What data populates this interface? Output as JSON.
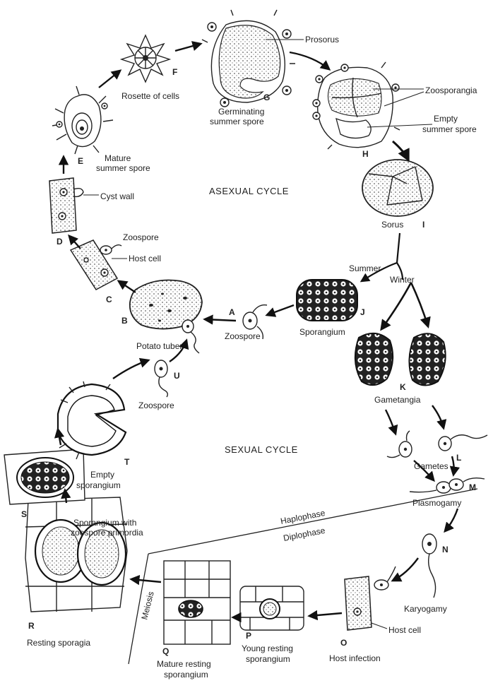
{
  "cycles": {
    "asexual": "ASEXUAL CYCLE",
    "sexual": "SEXUAL CYCLE"
  },
  "phases": {
    "haplophase": "Haplophase",
    "diplophase": "Diplophase",
    "meiosis": "Meiosis"
  },
  "branches": {
    "summer": "Summer",
    "winter": "Winter"
  },
  "stages": [
    {
      "letter": "A",
      "label": "Zoospore"
    },
    {
      "letter": "B",
      "label": "Potato tuber"
    },
    {
      "letter": "C",
      "label": "Host cell"
    },
    {
      "letter": "D",
      "label": "Cyst wall"
    },
    {
      "letter": "E",
      "label": [
        "Mature",
        "summer spore"
      ]
    },
    {
      "letter": "F",
      "label": "Rosette of cells"
    },
    {
      "letter": "G",
      "label": [
        "Germinating",
        "summer spore"
      ]
    },
    {
      "letter": "H",
      "label": [
        "Empty",
        "summer spore"
      ]
    },
    {
      "letter": "I",
      "label": "Sorus"
    },
    {
      "letter": "J",
      "label": "Sporangium"
    },
    {
      "letter": "K",
      "label": "Gametangia"
    },
    {
      "letter": "L",
      "label": "Gametes"
    },
    {
      "letter": "M",
      "label": "Plasmogamy"
    },
    {
      "letter": "N",
      "label": "Karyogamy"
    },
    {
      "letter": "O",
      "label": "Host infection"
    },
    {
      "letter": "P",
      "label": [
        "Young resting",
        "sporangium"
      ]
    },
    {
      "letter": "Q",
      "label": [
        "Mature resting",
        "sporangium"
      ]
    },
    {
      "letter": "R",
      "label": "Resting sporagia"
    },
    {
      "letter": "S",
      "label": [
        "Sporangium with",
        "zoospore primordia"
      ]
    },
    {
      "letter": "T",
      "label": [
        "Empty",
        "sporangium"
      ]
    },
    {
      "letter": "U",
      "label": "Zoospore"
    }
  ],
  "extra_labels": {
    "prosorus": "Prosorus",
    "zoosporangia": "Zoosporangia",
    "zoospore_d": "Zoospore",
    "host_cell_o": "Host cell"
  }
}
